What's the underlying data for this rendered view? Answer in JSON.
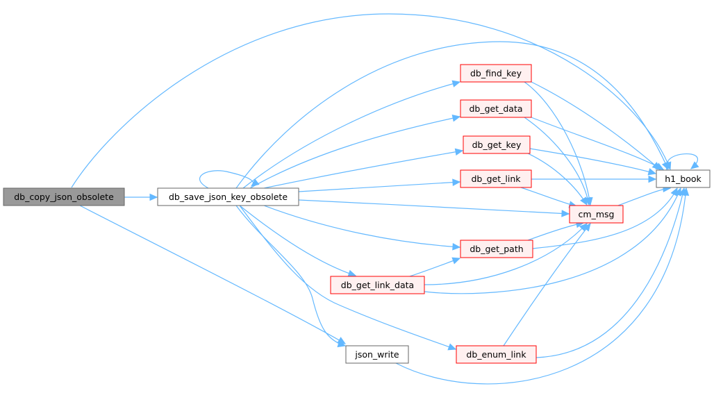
{
  "colors": {
    "edge": "#63b8ff",
    "root_fill": "#999999",
    "root_stroke": "#666666",
    "plain_fill": "#ffffff",
    "plain_stroke": "#666666",
    "red_fill": "#fff0f0",
    "red_stroke": "#ff0000"
  },
  "nodes": [
    {
      "id": "db_copy_json_obsolete",
      "label": "db_copy_json_obsolete",
      "kind": "root"
    },
    {
      "id": "db_save_json_key_obsolete",
      "label": "db_save_json_key_obsolete",
      "kind": "plain"
    },
    {
      "id": "json_write",
      "label": "json_write",
      "kind": "plain"
    },
    {
      "id": "db_find_key",
      "label": "db_find_key",
      "kind": "red"
    },
    {
      "id": "db_get_data",
      "label": "db_get_data",
      "kind": "red"
    },
    {
      "id": "db_get_key",
      "label": "db_get_key",
      "kind": "red"
    },
    {
      "id": "db_get_link",
      "label": "db_get_link",
      "kind": "red"
    },
    {
      "id": "db_get_path",
      "label": "db_get_path",
      "kind": "red"
    },
    {
      "id": "db_get_link_data",
      "label": "db_get_link_data",
      "kind": "red"
    },
    {
      "id": "db_enum_link",
      "label": "db_enum_link",
      "kind": "red"
    },
    {
      "id": "cm_msg",
      "label": "cm_msg",
      "kind": "red"
    },
    {
      "id": "h1_book",
      "label": "h1_book",
      "kind": "plain"
    }
  ],
  "edges": [
    {
      "from": "db_copy_json_obsolete",
      "to": "db_save_json_key_obsolete"
    },
    {
      "from": "db_copy_json_obsolete",
      "to": "h1_book"
    },
    {
      "from": "db_copy_json_obsolete",
      "to": "json_write"
    },
    {
      "from": "db_save_json_key_obsolete",
      "to": "db_save_json_key_obsolete"
    },
    {
      "from": "db_save_json_key_obsolete",
      "to": "db_find_key"
    },
    {
      "from": "db_save_json_key_obsolete",
      "to": "db_get_data"
    },
    {
      "from": "db_save_json_key_obsolete",
      "to": "db_get_key"
    },
    {
      "from": "db_save_json_key_obsolete",
      "to": "db_get_link"
    },
    {
      "from": "db_save_json_key_obsolete",
      "to": "cm_msg"
    },
    {
      "from": "db_save_json_key_obsolete",
      "to": "db_get_path"
    },
    {
      "from": "db_save_json_key_obsolete",
      "to": "db_get_link_data"
    },
    {
      "from": "db_save_json_key_obsolete",
      "to": "json_write"
    },
    {
      "from": "db_save_json_key_obsolete",
      "to": "db_enum_link"
    },
    {
      "from": "db_save_json_key_obsolete",
      "to": "h1_book"
    },
    {
      "from": "db_find_key",
      "to": "cm_msg"
    },
    {
      "from": "db_find_key",
      "to": "h1_book"
    },
    {
      "from": "db_get_data",
      "to": "cm_msg"
    },
    {
      "from": "db_get_data",
      "to": "h1_book"
    },
    {
      "from": "db_get_key",
      "to": "cm_msg"
    },
    {
      "from": "db_get_key",
      "to": "h1_book"
    },
    {
      "from": "db_get_link",
      "to": "cm_msg"
    },
    {
      "from": "db_get_link",
      "to": "h1_book"
    },
    {
      "from": "db_get_path",
      "to": "cm_msg"
    },
    {
      "from": "db_get_path",
      "to": "h1_book"
    },
    {
      "from": "db_get_link_data",
      "to": "db_get_path"
    },
    {
      "from": "db_get_link_data",
      "to": "cm_msg"
    },
    {
      "from": "db_get_link_data",
      "to": "h1_book"
    },
    {
      "from": "db_enum_link",
      "to": "cm_msg"
    },
    {
      "from": "db_enum_link",
      "to": "h1_book"
    },
    {
      "from": "cm_msg",
      "to": "h1_book"
    },
    {
      "from": "json_write",
      "to": "h1_book"
    },
    {
      "from": "h1_book",
      "to": "h1_book"
    }
  ]
}
